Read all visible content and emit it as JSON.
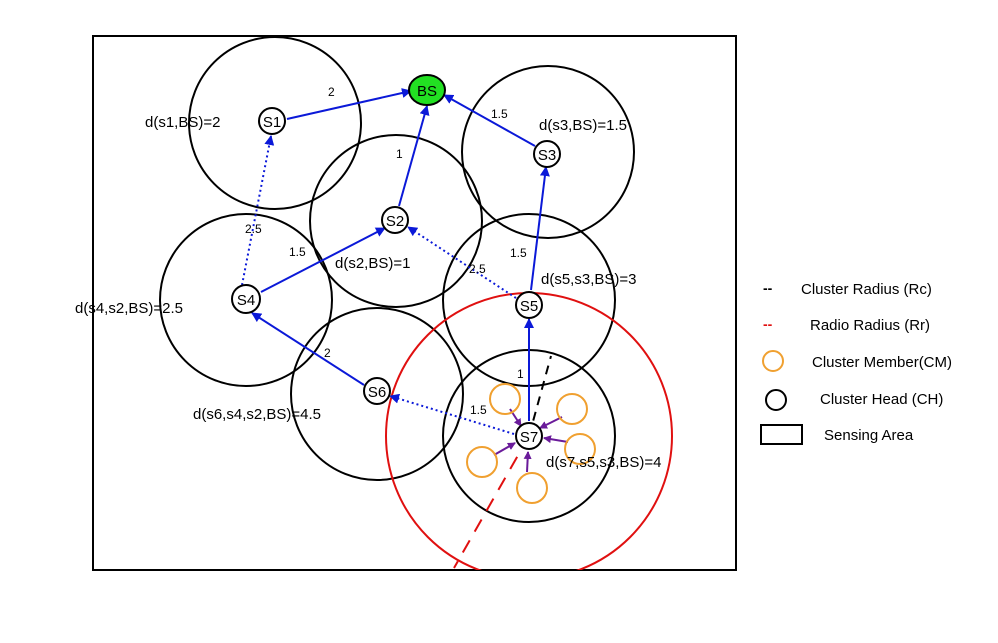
{
  "colors": {
    "solid_link": "#0b19d8",
    "dotted_link": "#0b19d8",
    "member_link": "#6a1b9a",
    "radio_circle": "#e01010",
    "member_circle": "#f0a030",
    "bs_fill": "#22e022",
    "black": "#000000"
  },
  "nodes": {
    "bs": "BS",
    "s1": "S1",
    "s2": "S2",
    "s3": "S3",
    "s4": "S4",
    "s5": "S5",
    "s6": "S6",
    "s7": "S7"
  },
  "distance_labels": {
    "s1": "d(s1,BS)=2",
    "s2": "d(s2,BS)=1",
    "s3": "d(s3,BS)=1.5",
    "s4": "d(s4,s2,BS)=2.5",
    "s5": "d(s5,s3,BS)=3",
    "s6": "d(s6,s4,s2,BS)=4.5",
    "s7": "d(s7,s5,s3,BS)=4"
  },
  "edge_weights": {
    "s1_bs": "2",
    "s2_bs": "1",
    "s3_bs": "1.5",
    "s4_s1": "2.5",
    "s4_s2": "1.5",
    "s5_s2": "2.5",
    "s5_s3": "1.5",
    "s6_s4": "2",
    "s7_s5": "1",
    "s7_s6": "1.5"
  },
  "legend": {
    "cluster_radius": "Cluster Radius (Rc)",
    "radio_radius": "Radio Radius (Rr)",
    "cluster_member": "Cluster Member(CM)",
    "cluster_head": "Cluster Head (CH)",
    "sensing_area": "Sensing Area",
    "cluster_radius_symbol": "--",
    "radio_radius_symbol": "--"
  }
}
